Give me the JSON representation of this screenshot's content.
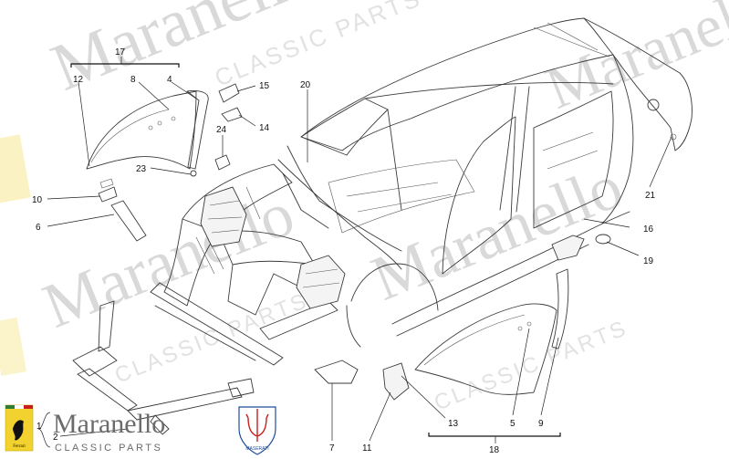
{
  "watermark": {
    "brand": "Maranello",
    "subtitle": "CLASSIC PARTS"
  },
  "callouts": {
    "c1": "1",
    "c2": "2",
    "c4": "4",
    "c5": "5",
    "c6": "6",
    "c7": "7",
    "c8": "8",
    "c9": "9",
    "c10": "10",
    "c11": "11",
    "c12": "12",
    "c13": "13",
    "c14": "14",
    "c15": "15",
    "c16": "16",
    "c17": "17",
    "c18": "18",
    "c19": "19",
    "c20": "20",
    "c21": "21",
    "c23": "23",
    "c24": "24"
  },
  "logo": {
    "brand": "Maranello",
    "subtitle": "CLASSIC PARTS",
    "badge_text": "Ferrari",
    "maserati_text": "MASERATI"
  },
  "colors": {
    "line": "#3a3a3a",
    "watermark": "#d9d9d9",
    "badge_yellow": "#f2d22e",
    "badge_red": "#c81e1e",
    "maserati_blue": "#1f4e9b"
  }
}
